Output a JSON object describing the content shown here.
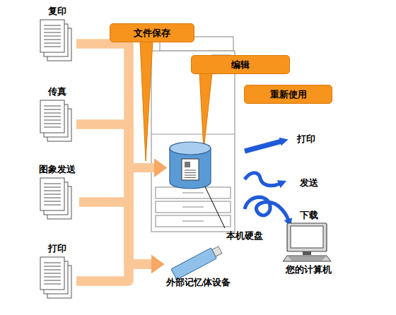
{
  "diagram": {
    "nodes": [
      {
        "text": [
          "复印"
        ]
      },
      {
        "text": [
          "传真"
        ]
      },
      {
        "text": [
          "图象发送"
        ]
      },
      {
        "text": [
          "打印"
        ]
      },
      {
        "text": [
          "本机硬盘"
        ]
      },
      {
        "text": [
          "外部记忆体设备"
        ]
      },
      {
        "text": [
          "文件保存"
        ]
      },
      {
        "text": [
          "编辑"
        ]
      },
      {
        "text": [
          "重新使用"
        ]
      },
      {
        "text": [
          "您的计算机"
        ]
      }
    ],
    "edges": [
      {
        "from": 0,
        "to": 4,
        "arrow": "to"
      },
      {
        "from": 1,
        "to": 4,
        "arrow": "to"
      },
      {
        "from": 2,
        "to": 4,
        "arrow": "to"
      },
      {
        "from": 3,
        "to": 4,
        "arrow": "to"
      },
      {
        "from": 0,
        "to": 5,
        "arrow": "to"
      },
      {
        "from": 1,
        "to": 5,
        "arrow": "to"
      },
      {
        "from": 2,
        "to": 5,
        "arrow": "to"
      },
      {
        "from": 3,
        "to": 5,
        "arrow": "to"
      }
    ],
    "labels": [
      "打印",
      "发送",
      "下载"
    ]
  }
}
